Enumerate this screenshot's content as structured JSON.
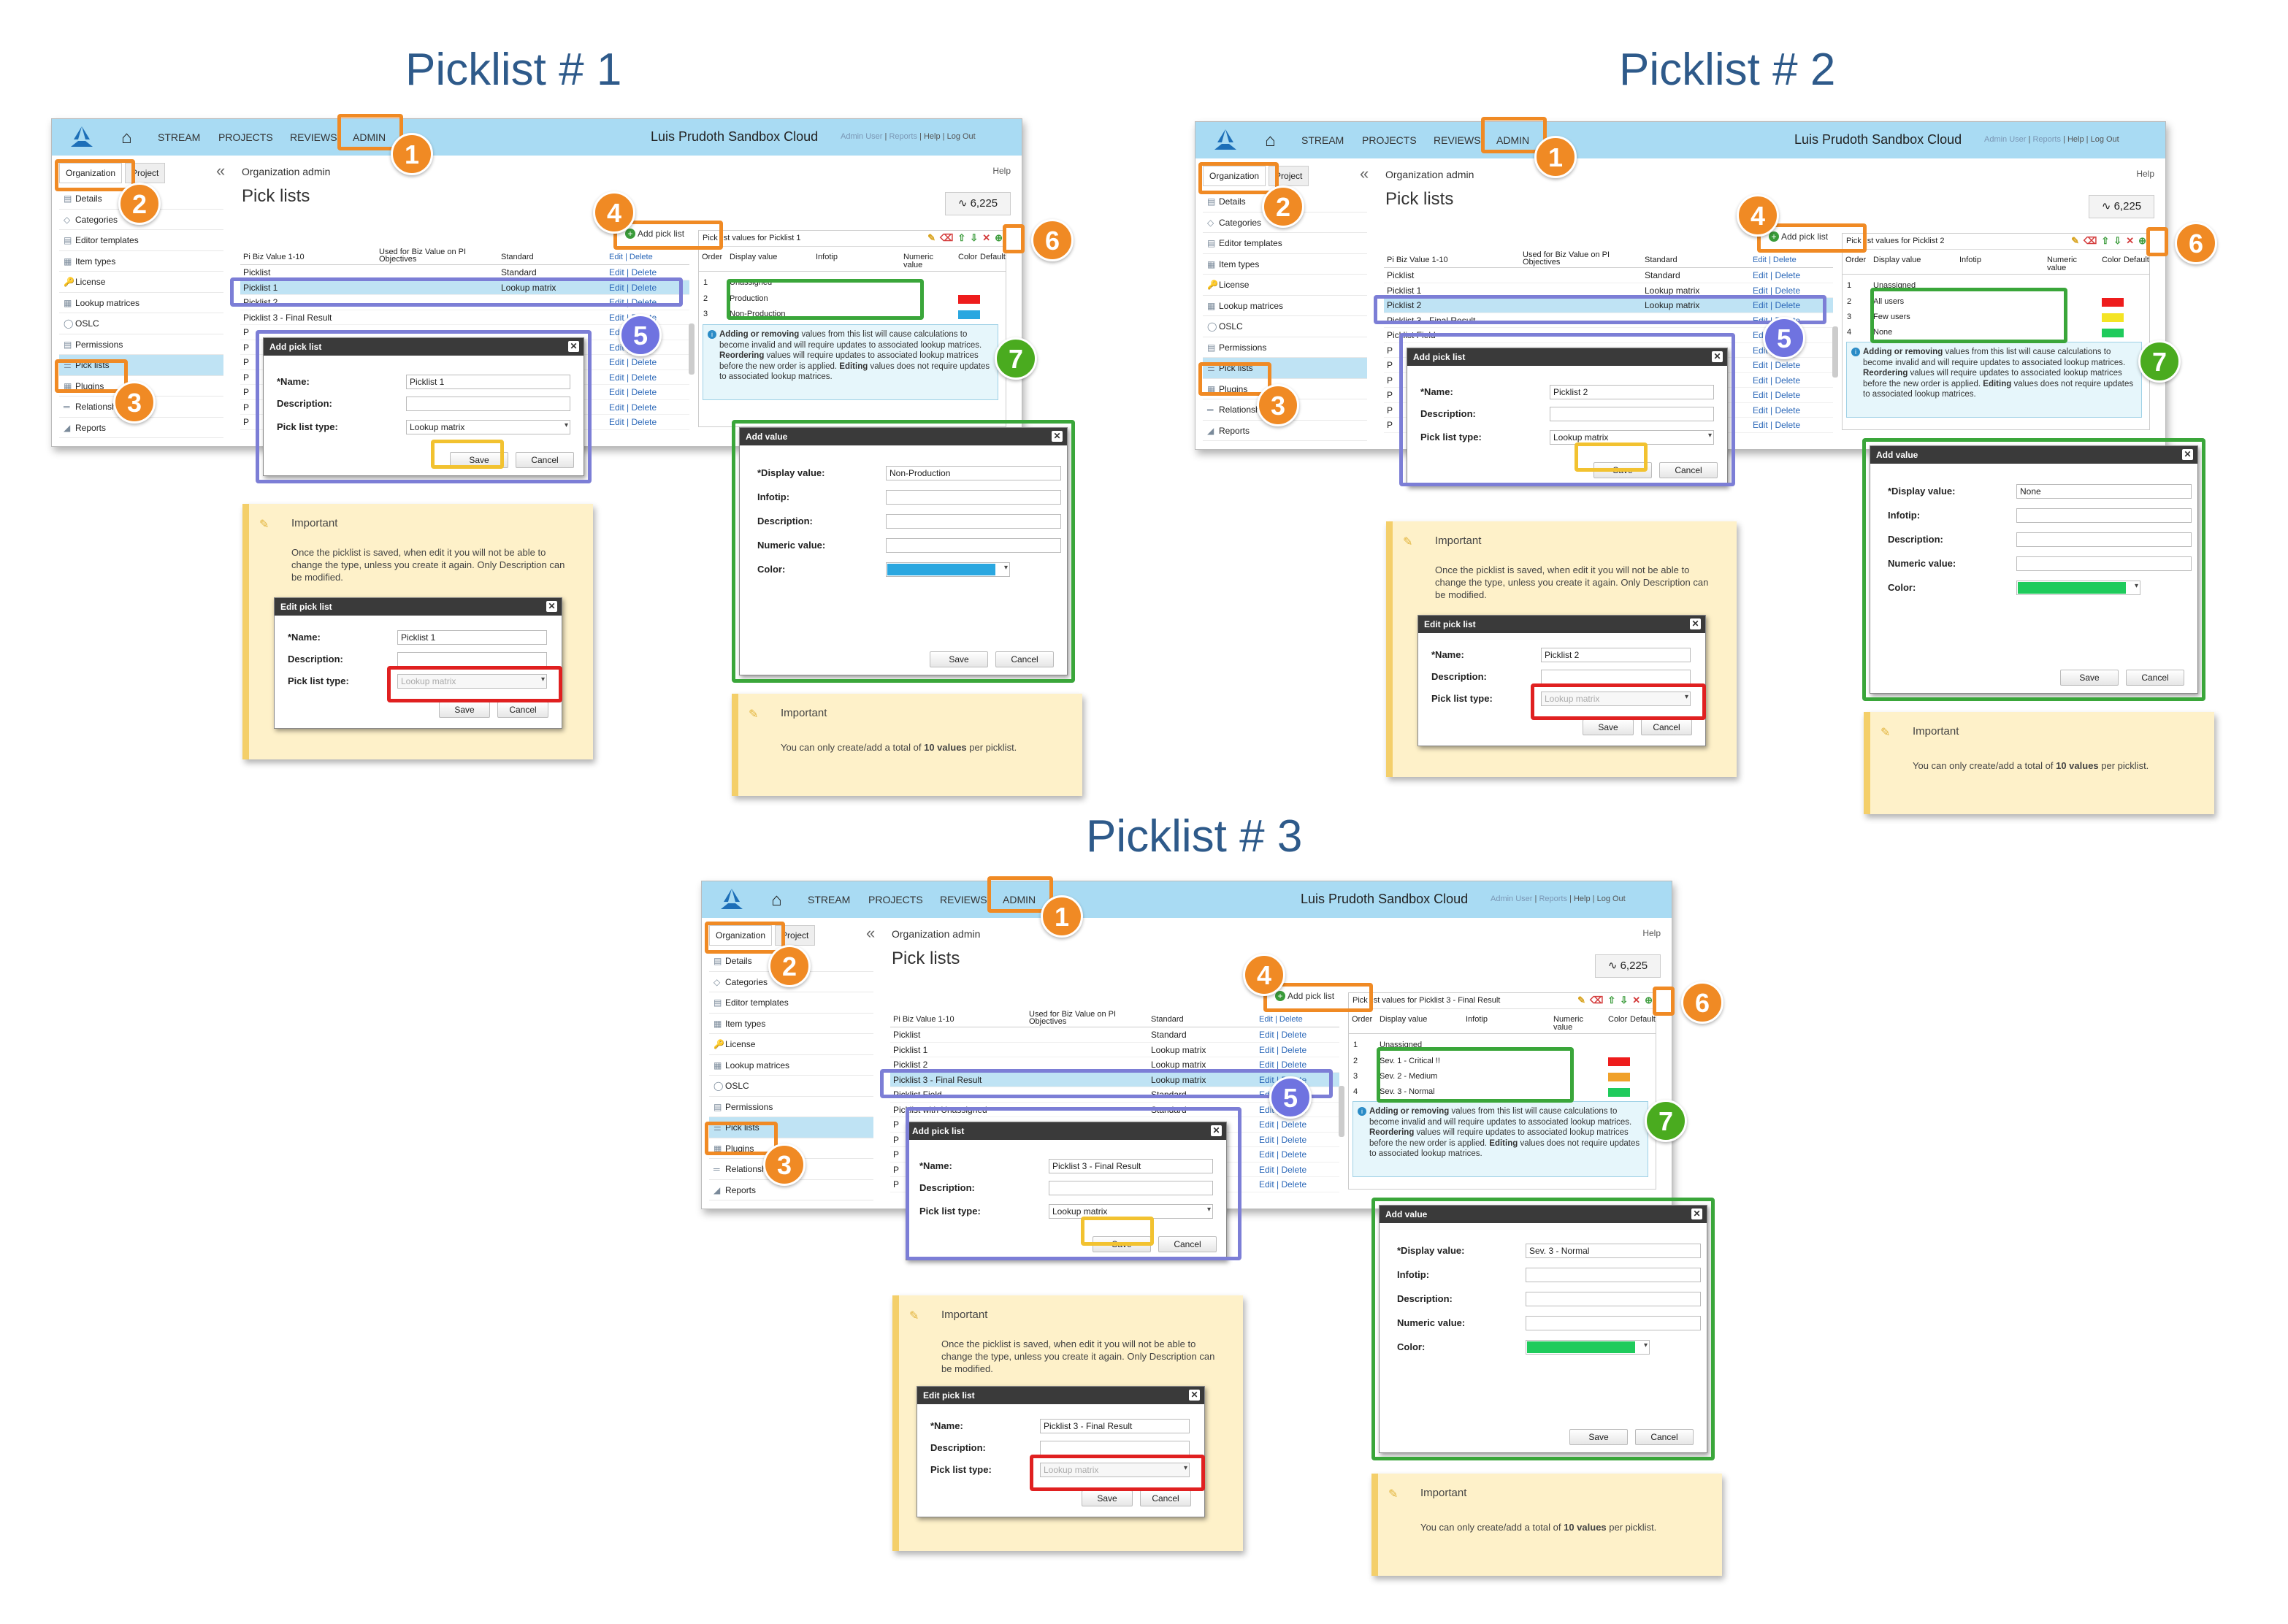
{
  "titles": [
    "Picklist # 1",
    "Picklist # 2",
    "Picklist # 3"
  ],
  "app": {
    "nav": [
      "STREAM",
      "PROJECTS",
      "REVIEWS",
      "ADMIN"
    ],
    "cloud_title": "Luis Prudoth Sandbox Cloud",
    "admin_user": "Admin User",
    "reports": "Reports",
    "help": "Help",
    "logout": "Log Out",
    "tab_org": "Organization",
    "tab_project": "Project",
    "org_admin": "Organization admin",
    "help_link": "Help",
    "page_title": "Pick lists",
    "kpi": "6,225",
    "add_pick_list": "Add pick list",
    "sidebar": [
      "Details",
      "Categories",
      "Editor templates",
      "Item types",
      "License",
      "Lookup matrices",
      "OSLC",
      "Permissions",
      "Pick lists",
      "Plugins",
      "Relationships",
      "Reports"
    ],
    "col_used": "Used for Biz Value on PI Objectives",
    "col_type": "Standard",
    "edit_delete": "Edit | Delete",
    "rp_cols": [
      "Order",
      "Display value",
      "Infotip",
      "Numeric value",
      "Color",
      "Default"
    ],
    "unassigned": "Unassigned",
    "info_text_html": "<b>Adding or removing</b> values from this list will cause calculations to become invalid and will require updates to associated lookup matrices. <b>Reordering</b> values will require updates to associated lookup matrices before the new order is applied. <b>Editing</b> values does not require updates to associated lookup matrices.",
    "add_pick_list_title": "Add pick list",
    "edit_pick_list_title": "Edit pick list",
    "add_value_title": "Add value",
    "name_label": "*Name:",
    "description_label": "Description:",
    "type_label": "Pick list type:",
    "type_value": "Lookup matrix",
    "display_value_label": "*Display value:",
    "infotip_label": "Infotip:",
    "numeric_label": "Numeric value:",
    "color_label": "Color:",
    "save": "Save",
    "cancel": "Cancel",
    "important": "Important",
    "note1": "Once the picklist is saved, when edit it you will not be able to change the type, unless you create it again. Only Description can be modified.",
    "note2_html": "You can only create/add a total of <b>10 values</b> per picklist."
  },
  "colors": {
    "red": "#ee1c1c",
    "blue": "#2aa7e0",
    "yellow": "#f4e425",
    "green": "#1fcb5c",
    "orange": "#f0a12a",
    "accent": "#f08a24"
  },
  "panels": [
    {
      "rows": [
        {
          "name": "Pi Biz Value 1-10",
          "used": "",
          "type": "",
          "ed": false
        },
        {
          "name": "Picklist",
          "used": "",
          "type": "Standard",
          "ed": true
        },
        {
          "name": "Picklist 1",
          "used": "",
          "type": "Lookup matrix",
          "ed": true
        },
        {
          "name": "Picklist 2",
          "used": "",
          "type": "",
          "ed": true
        },
        {
          "name": "Picklist 3 - Final Result",
          "used": "",
          "type": "",
          "ed": true
        },
        {
          "name": "P",
          "used": "",
          "type": "",
          "ed": true
        },
        {
          "name": "P",
          "used": "",
          "type": "",
          "ed": true
        },
        {
          "name": "P",
          "used": "",
          "type": "",
          "ed": true
        },
        {
          "name": "P",
          "used": "",
          "type": "",
          "ed": true
        },
        {
          "name": "P",
          "used": "",
          "type": "",
          "ed": true
        },
        {
          "name": "P",
          "used": "",
          "type": "",
          "ed": true
        },
        {
          "name": "P",
          "used": "",
          "type": "",
          "ed": true
        }
      ],
      "selected_row": 2,
      "rp_title": "Pick list values for Picklist 1",
      "values": [
        {
          "order": "2",
          "label": "Production",
          "color": "#ee1c1c"
        },
        {
          "order": "3",
          "label": "Non-Production",
          "color": "#2aa7e0"
        }
      ],
      "add_name": "Picklist 1",
      "edit_name": "Picklist 1",
      "value_name": "Non-Production",
      "value_color": "#2aa7e0"
    },
    {
      "rows": [
        {
          "name": "Pi Biz Value 1-10",
          "used": "",
          "type": "",
          "ed": false
        },
        {
          "name": "Picklist",
          "used": "",
          "type": "Standard",
          "ed": true
        },
        {
          "name": "Picklist 1",
          "used": "",
          "type": "Lookup matrix",
          "ed": true
        },
        {
          "name": "Picklist 2",
          "used": "",
          "type": "Lookup matrix",
          "ed": true
        },
        {
          "name": "Picklist 3 - Final Result",
          "used": "",
          "type": "",
          "ed": true
        },
        {
          "name": "Picklist Field",
          "used": "",
          "type": "",
          "ed": true
        },
        {
          "name": "P",
          "used": "",
          "type": "",
          "ed": true
        },
        {
          "name": "P",
          "used": "",
          "type": "",
          "ed": true
        },
        {
          "name": "P",
          "used": "",
          "type": "",
          "ed": true
        },
        {
          "name": "P",
          "used": "",
          "type": "",
          "ed": true
        },
        {
          "name": "P",
          "used": "",
          "type": "",
          "ed": true
        },
        {
          "name": "P",
          "used": "",
          "type": "",
          "ed": true
        }
      ],
      "selected_row": 3,
      "rp_title": "Pick list values for Picklist 2",
      "values": [
        {
          "order": "2",
          "label": "All users",
          "color": "#ee1c1c"
        },
        {
          "order": "3",
          "label": "Few users",
          "color": "#f4e425"
        },
        {
          "order": "4",
          "label": "None",
          "color": "#1fcb5c"
        }
      ],
      "add_name": "Picklist 2",
      "edit_name": "Picklist 2",
      "value_name": "None",
      "value_color": "#1fcb5c"
    },
    {
      "rows": [
        {
          "name": "Pi Biz Value 1-10",
          "used": "",
          "type": "",
          "ed": false
        },
        {
          "name": "Picklist",
          "used": "",
          "type": "Standard",
          "ed": true
        },
        {
          "name": "Picklist 1",
          "used": "",
          "type": "Lookup matrix",
          "ed": true
        },
        {
          "name": "Picklist 2",
          "used": "",
          "type": "Lookup matrix",
          "ed": true
        },
        {
          "name": "Picklist 3 - Final Result",
          "used": "",
          "type": "Lookup matrix",
          "ed": true
        },
        {
          "name": "Picklist Field",
          "used": "",
          "type": "Standard",
          "ed": true
        },
        {
          "name": "Picklist with Unassigned",
          "used": "",
          "type": "Standard",
          "ed": true
        },
        {
          "name": "P",
          "used": "",
          "type": "",
          "ed": true
        },
        {
          "name": "P",
          "used": "",
          "type": "",
          "ed": true
        },
        {
          "name": "P",
          "used": "",
          "type": "",
          "ed": true
        },
        {
          "name": "P",
          "used": "",
          "type": "",
          "ed": true
        },
        {
          "name": "P",
          "used": "",
          "type": "",
          "ed": true
        }
      ],
      "selected_row": 4,
      "rp_title": "Pick list values for Picklist 3 - Final Result",
      "values": [
        {
          "order": "2",
          "label": "Sev. 1 - Critical !!",
          "color": "#ee1c1c"
        },
        {
          "order": "3",
          "label": "Sev. 2 - Medium",
          "color": "#f0a12a"
        },
        {
          "order": "4",
          "label": "Sev. 3 - Normal",
          "color": "#1fcb5c"
        }
      ],
      "add_name": "Picklist 3 - Final Result",
      "edit_name": "Picklist 3 - Final Result",
      "value_name": "Sev. 3 - Normal",
      "value_color": "#1fcb5c"
    }
  ]
}
